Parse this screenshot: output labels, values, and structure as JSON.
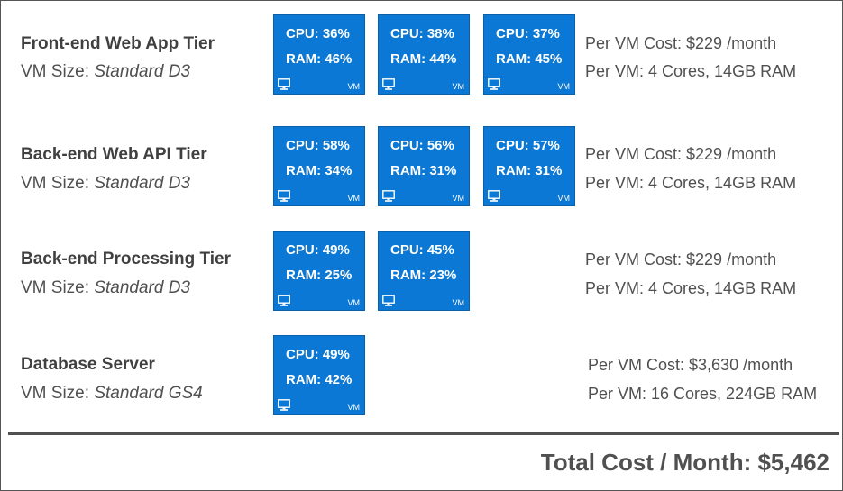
{
  "tiers": [
    {
      "name": "Front-end Web App Tier",
      "size_label": "VM Size:",
      "size_value": "Standard D3",
      "cost": "Per VM Cost: $229 /month",
      "spec": "Per VM: 4 Cores, 14GB RAM",
      "vms": [
        {
          "cpu": "CPU: 36%",
          "ram": "RAM: 46%",
          "tag": "VM"
        },
        {
          "cpu": "CPU: 38%",
          "ram": "RAM: 44%",
          "tag": "VM"
        },
        {
          "cpu": "CPU: 37%",
          "ram": "RAM: 45%",
          "tag": "VM"
        }
      ]
    },
    {
      "name": "Back-end Web API Tier",
      "size_label": "VM Size:",
      "size_value": "Standard D3",
      "cost": "Per VM Cost: $229 /month",
      "spec": "Per VM: 4 Cores, 14GB RAM",
      "vms": [
        {
          "cpu": "CPU: 58%",
          "ram": "RAM: 34%",
          "tag": "VM"
        },
        {
          "cpu": "CPU: 56%",
          "ram": "RAM: 31%",
          "tag": "VM"
        },
        {
          "cpu": "CPU: 57%",
          "ram": "RAM: 31%",
          "tag": "VM"
        }
      ]
    },
    {
      "name": "Back-end Processing Tier",
      "size_label": "VM Size:",
      "size_value": "Standard D3",
      "cost": "Per VM Cost: $229 /month",
      "spec": "Per VM: 4 Cores, 14GB RAM",
      "vms": [
        {
          "cpu": "CPU: 49%",
          "ram": "RAM: 25%",
          "tag": "VM"
        },
        {
          "cpu": "CPU: 45%",
          "ram": "RAM: 23%",
          "tag": "VM"
        }
      ]
    },
    {
      "name": "Database Server",
      "size_label": "VM Size:",
      "size_value": "Standard GS4",
      "cost": "Per VM Cost: $3,630 /month",
      "spec": "Per VM: 16 Cores, 224GB RAM",
      "vms": [
        {
          "cpu": "CPU: 49%",
          "ram": "RAM: 42%",
          "tag": "VM"
        }
      ]
    }
  ],
  "total": "Total Cost / Month: $5,462",
  "colors": {
    "vm_tile": "#0a78d4",
    "text": "#505050",
    "heading": "#404040"
  },
  "icons": {
    "vm": "monitor-icon"
  }
}
